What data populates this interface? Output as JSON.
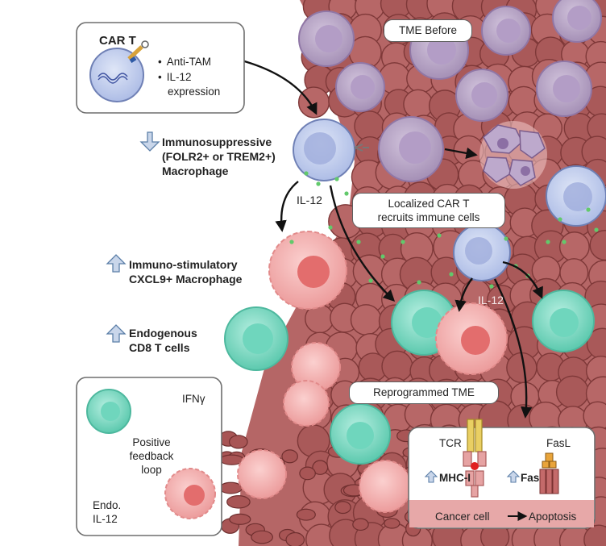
{
  "car_t_box": {
    "title": "CAR T",
    "bullets": [
      "Anti-TAM",
      "IL-12",
      "expression"
    ]
  },
  "labels": {
    "tme_before": "TME Before",
    "immunosuppressive": [
      "Immunosuppressive",
      "(FOLR2+ or TREM2+)",
      "Macrophage"
    ],
    "il12_left": "IL-12",
    "localized": [
      "Localized CAR T",
      "recruits immune cells"
    ],
    "immunostimulatory": [
      "Immuno-stimulatory",
      "CXCL9+ Macrophage"
    ],
    "il12_right": "IL-12",
    "endogenous": [
      "Endogenous",
      "CD8 T cells"
    ],
    "reprogrammed": "Reprogrammed TME"
  },
  "feedback_box": {
    "ifng": "IFNγ",
    "loop": [
      "Positive",
      "feedback",
      "loop"
    ],
    "endo": [
      "Endo.",
      "IL-12"
    ]
  },
  "apoptosis_box": {
    "tcr": "TCR",
    "fasl": "FasL",
    "mhc": "MHC-I",
    "fas": "Fas",
    "cancer_cell": "Cancer cell",
    "apoptosis": "Apoptosis"
  },
  "colors": {
    "tumor": "#a85555",
    "tumor_light": "#c27070",
    "car_t": "#c9d4ee",
    "macrophage_suppressive": "#b6a3c4",
    "macrophage_stimulatory": "#f2b2b2",
    "cd8": "#7fd8c3",
    "il12_dots": "#62c96b",
    "arrow_blue": "#5c7fa8"
  },
  "icons": [
    "down-arrow-icon",
    "up-arrow-icon",
    "arrow-icon"
  ]
}
